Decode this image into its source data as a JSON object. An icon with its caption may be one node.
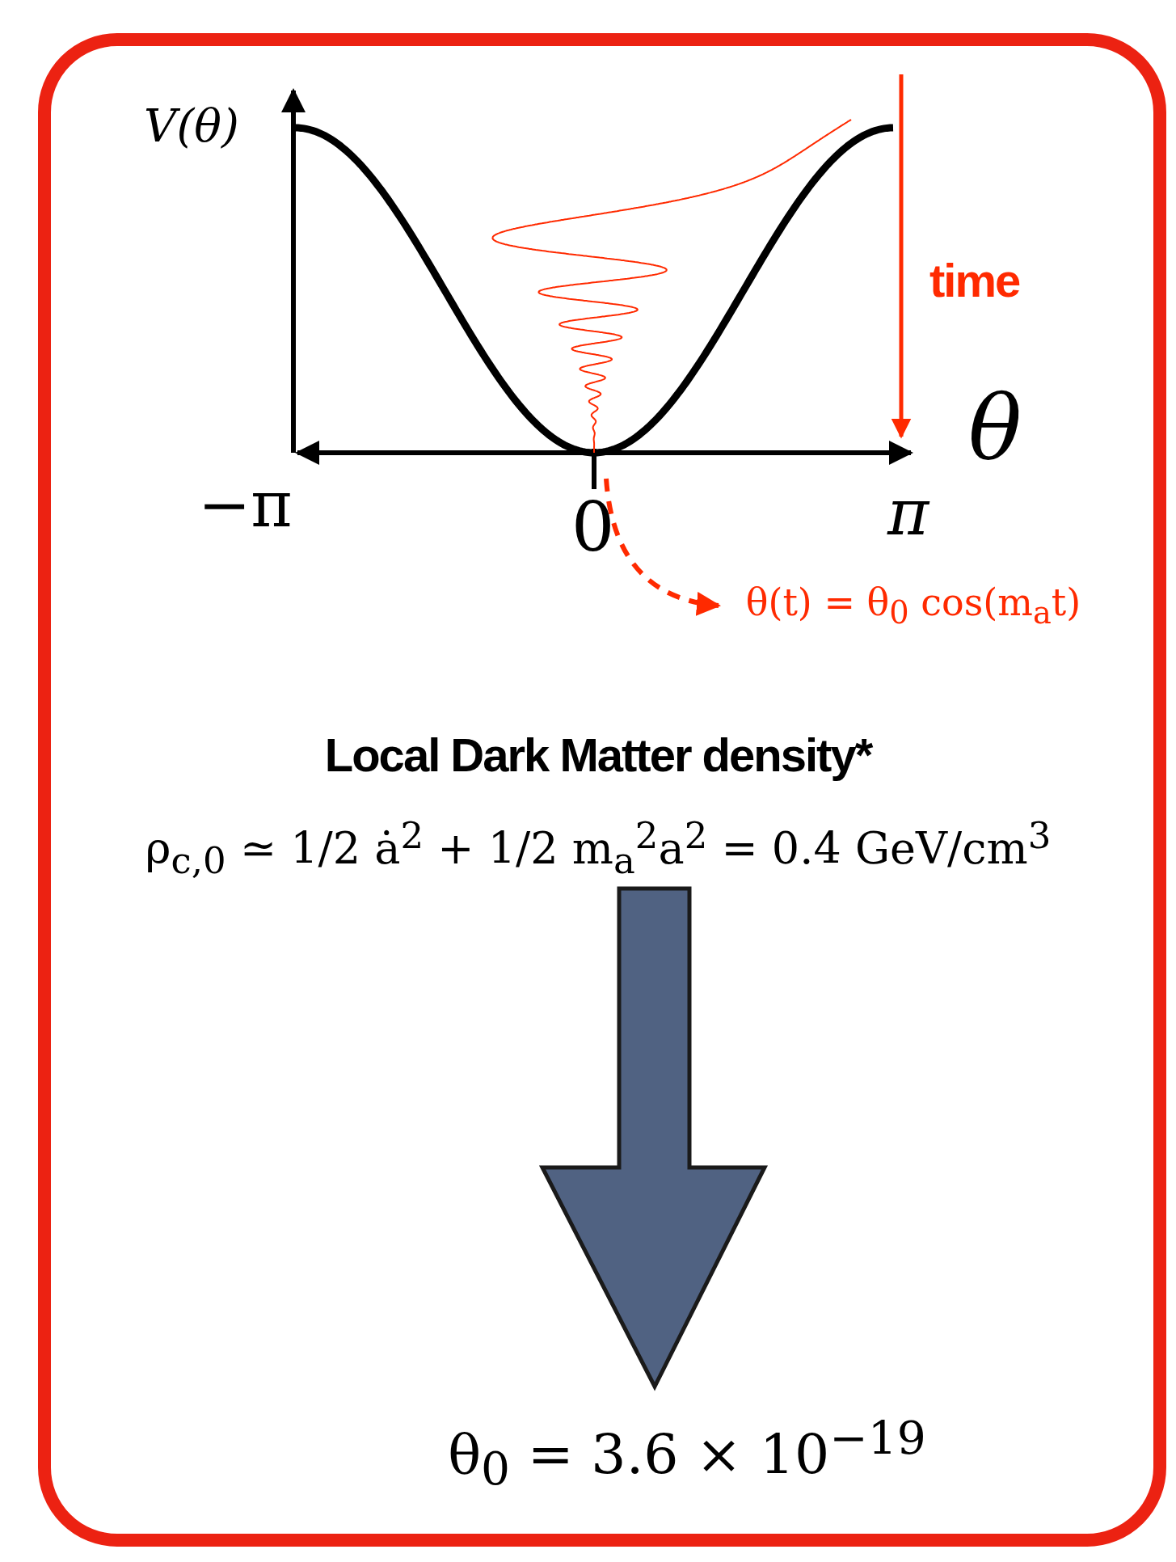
{
  "diagram": {
    "nodes": [
      {
        "text": [
          "θ(t) = θ$_{0}$ cos(m$_{a}$t)"
        ]
      },
      {
        "text": [
          "Local Dark Matter density*",
          "ρ$_{c,0}$ ≃ 1/2 ȧ$^{2}$ + 1/2 m$_{a}$$^{2}$a$^{2}$ = 0.4 GeV/cm$^{3}$"
        ]
      },
      {
        "text": [
          "θ$_{0}$ = 3.6 × 10$^{−19}$"
        ]
      }
    ],
    "edges": [
      {
        "from": null,
        "to": 0,
        "arrow": "to",
        "style": "dashed",
        "color": "#ff2a00"
      },
      {
        "from": 1,
        "to": 2,
        "arrow": "to",
        "style": "thick",
        "color": "#506282"
      }
    ],
    "labels": [
      "V(θ)",
      "time",
      "θ",
      "−π",
      "0",
      "π"
    ]
  }
}
